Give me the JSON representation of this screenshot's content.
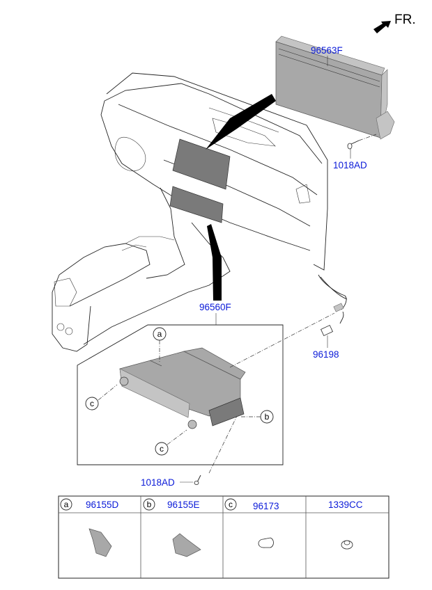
{
  "orientation": {
    "label": "FR."
  },
  "parts": {
    "display_upper": "96563F",
    "screw_upper": "1018AD",
    "head_unit": "96560F",
    "cable": "96198",
    "screw_lower": "1018AD"
  },
  "callouts": {
    "a": "a",
    "b": "b",
    "c": "c"
  },
  "legend_table": {
    "columns": [
      {
        "letter": "a",
        "part": "96155D"
      },
      {
        "letter": "b",
        "part": "96155E"
      },
      {
        "letter": "c",
        "part": "96173"
      },
      {
        "letter": "",
        "part": "1339CC"
      }
    ]
  }
}
